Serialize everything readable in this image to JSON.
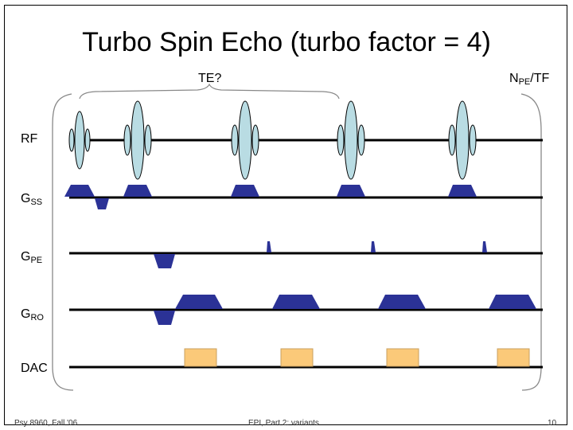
{
  "slide": {
    "title": "Turbo Spin Echo (turbo factor = 4)",
    "annotations": {
      "te": "TE?",
      "npe_main": "N",
      "npe_sub": "PE",
      "npe_tail": "/TF"
    },
    "rows": {
      "rf": {
        "main": "RF",
        "sub": ""
      },
      "gss": {
        "main": "G",
        "sub": "SS"
      },
      "gpe": {
        "main": "G",
        "sub": "PE"
      },
      "gro": {
        "main": "G",
        "sub": "RO"
      },
      "dac": {
        "main": "DAC",
        "sub": ""
      }
    },
    "footer": {
      "left": "Psy 8960, Fall '06",
      "center": "EPI, Part 2: variants",
      "right": "10"
    },
    "colors": {
      "rf_pulse": "#b9dce3",
      "gradient": "#2b3296",
      "dac": "#fbc979",
      "line": "#000000"
    }
  }
}
